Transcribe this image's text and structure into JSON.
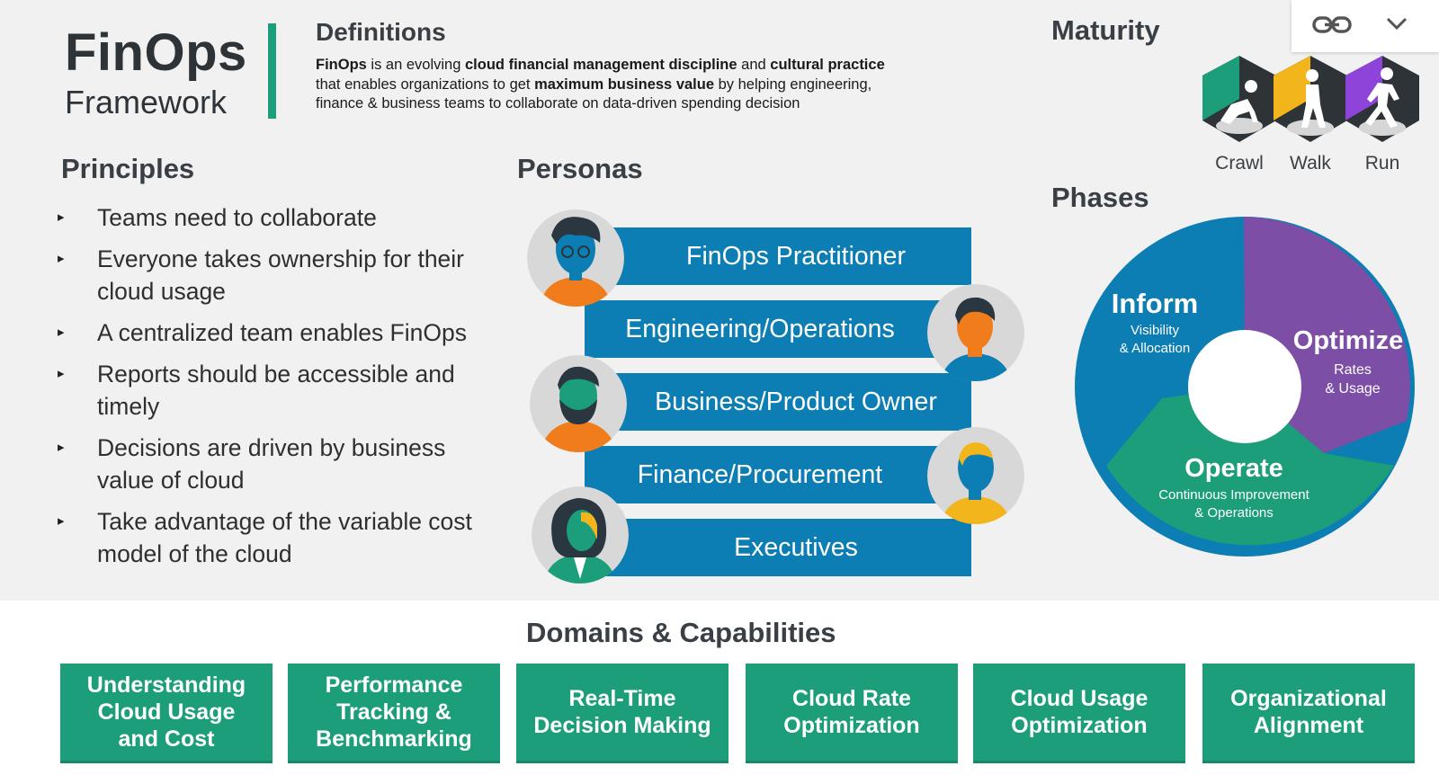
{
  "logo": {
    "title": "FinOps",
    "subtitle": "Framework"
  },
  "definitions": {
    "heading": "Definitions",
    "parts": [
      {
        "text": "FinOps",
        "bold": true
      },
      {
        "text": " is an evolving ",
        "bold": false
      },
      {
        "text": "cloud financial management discipline",
        "bold": true
      },
      {
        "text": " and ",
        "bold": false
      },
      {
        "text": "cultural practice",
        "bold": true
      },
      {
        "text": " that enables organizations to get ",
        "bold": false
      },
      {
        "text": "maximum business value",
        "bold": true
      },
      {
        "text": " by helping engineering, finance & business teams to collaborate on data-driven spending decision",
        "bold": false
      }
    ]
  },
  "principles": {
    "heading": "Principles",
    "bullet": "▸",
    "items": [
      "Teams need to collaborate",
      "Everyone takes ownership for their cloud usage",
      "A centralized team enables FinOps",
      "Reports should be accessible and timely",
      "Decisions are driven by business value of cloud",
      "Take advantage of the variable cost model of the cloud"
    ]
  },
  "personas": {
    "heading": "Personas",
    "items": [
      "FinOps Practitioner",
      "Engineering/Operations",
      "Business/Product Owner",
      "Finance/Procurement",
      "Executives"
    ]
  },
  "maturity": {
    "heading": "Maturity",
    "stages": [
      {
        "label": "Crawl",
        "color": "#1c9e7b"
      },
      {
        "label": "Walk",
        "color": "#f2b51b"
      },
      {
        "label": "Run",
        "color": "#8e44d8"
      }
    ]
  },
  "phases": {
    "heading": "Phases",
    "items": [
      {
        "name": "Inform",
        "desc1": "Visibility",
        "desc2": "& Allocation",
        "color": "#0c7eb3"
      },
      {
        "name": "Optimize",
        "desc1": "Rates",
        "desc2": "& Usage",
        "color": "#7c4ea6"
      },
      {
        "name": "Operate",
        "desc1": "Continuous Improvement",
        "desc2": "& Operations",
        "color": "#1c9e7b"
      }
    ]
  },
  "domains": {
    "heading": "Domains & Capabilities",
    "items": [
      "Understanding\nCloud Usage\nand Cost",
      "Performance\nTracking &\nBenchmarking",
      "Real-Time\nDecision Making",
      "Cloud Rate\nOptimization",
      "Cloud Usage\nOptimization",
      "Organizational\nAlignment"
    ]
  },
  "toolbar": {
    "link_icon": "link-icon",
    "chevron_icon": "chevron-down-icon"
  }
}
